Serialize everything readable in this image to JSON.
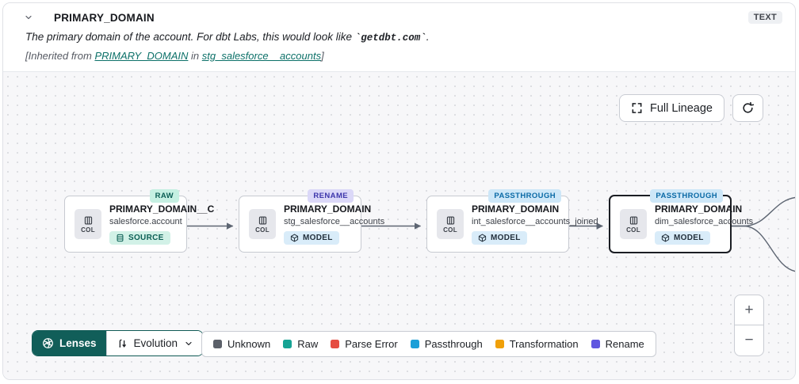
{
  "header": {
    "title": "PRIMARY_DOMAIN",
    "type_badge": "TEXT",
    "description_prefix": "The primary domain of the account. For dbt Labs, this would look like ",
    "description_code": "`getdbt.com`",
    "description_suffix": ".",
    "inherited": {
      "prefix": "[Inherited from ",
      "column_link": "PRIMARY_DOMAIN",
      "middle": " in ",
      "model_link": "stg_salesforce__accounts",
      "suffix": "]"
    }
  },
  "toolbar": {
    "full_lineage_label": "Full Lineage"
  },
  "canvas": {
    "nodes": [
      {
        "badge": "RAW",
        "title": "PRIMARY_DOMAIN__C",
        "subtitle": "salesforce.account",
        "resource": "SOURCE",
        "col_label": "COL"
      },
      {
        "badge": "RENAME",
        "title": "PRIMARY_DOMAIN",
        "subtitle": "stg_salesforce__accounts",
        "resource": "MODEL",
        "col_label": "COL"
      },
      {
        "badge": "PASSTHROUGH",
        "title": "PRIMARY_DOMAIN",
        "subtitle": "int_salesforce__accounts_joined",
        "resource": "MODEL",
        "col_label": "COL"
      },
      {
        "badge": "PASSTHROUGH",
        "title": "PRIMARY_DOMAIN",
        "subtitle": "dim_salesforce_accounts",
        "resource": "MODEL",
        "col_label": "COL"
      }
    ]
  },
  "lenses": {
    "button_label": "Lenses",
    "selected_lens": "Evolution"
  },
  "legend": {
    "items": [
      {
        "label": "Unknown",
        "color": "#5b6069"
      },
      {
        "label": "Raw",
        "color": "#16a394"
      },
      {
        "label": "Parse Error",
        "color": "#e54d42"
      },
      {
        "label": "Passthrough",
        "color": "#1b9fd8"
      },
      {
        "label": "Transformation",
        "color": "#f0a009"
      },
      {
        "label": "Rename",
        "color": "#6057e0"
      }
    ]
  },
  "zoom_controls": {
    "zoom_in": "+",
    "zoom_out": "−"
  }
}
